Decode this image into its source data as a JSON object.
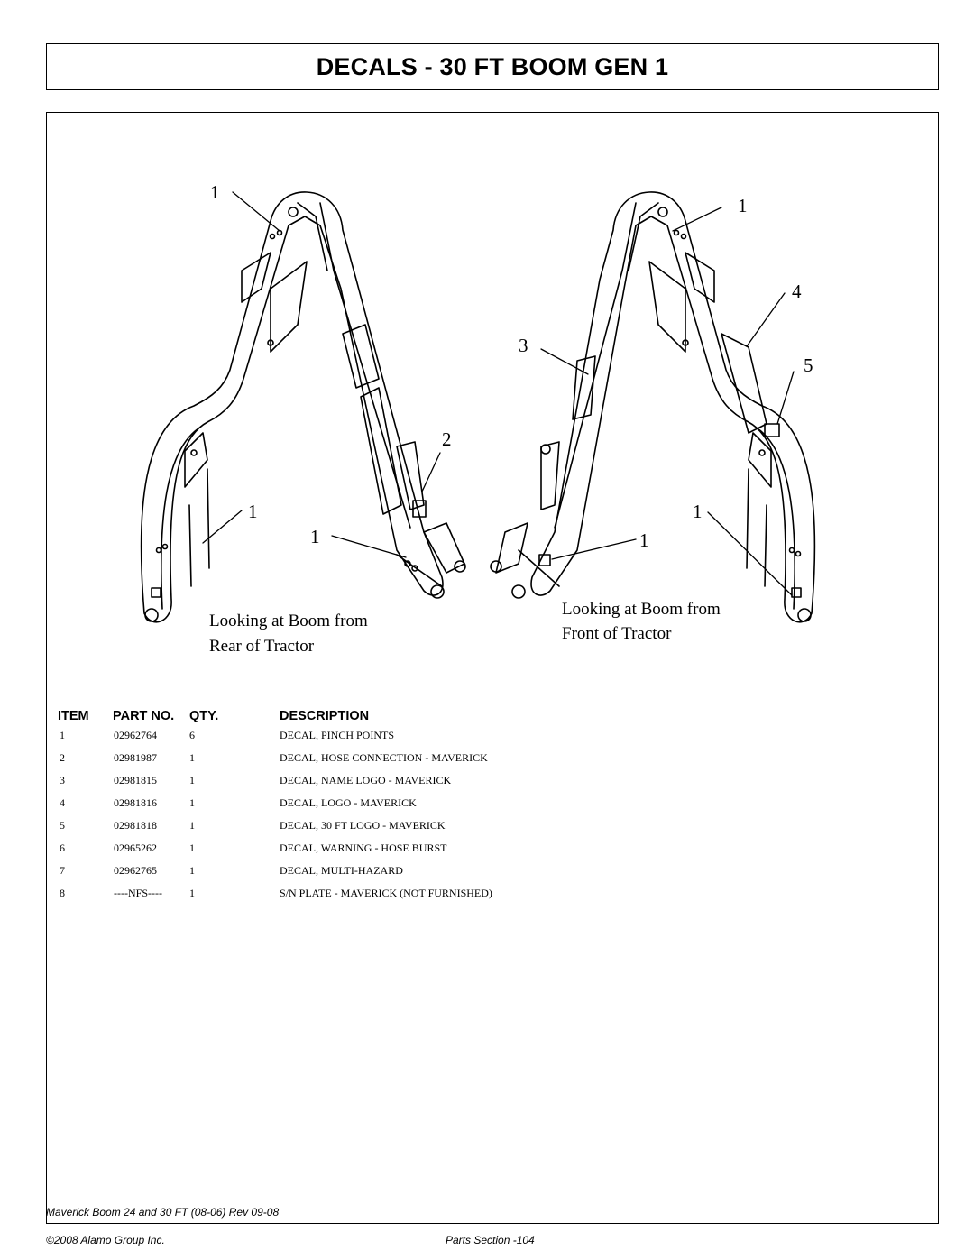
{
  "page_title": "DECALS - 30 FT BOOM GEN 1",
  "diagram": {
    "rear_caption_line1": "Looking at Boom from",
    "rear_caption_line2": "Rear of Tractor",
    "front_caption_line1": "Looking at Boom from",
    "front_caption_line2": "Front of Tractor",
    "callouts": [
      "1",
      "1",
      "1",
      "2",
      "1",
      "4",
      "3",
      "5",
      "1",
      "1"
    ]
  },
  "table": {
    "headers": {
      "item": "ITEM",
      "part_no": "PART NO.",
      "qty": "QTY.",
      "description": "DESCRIPTION"
    },
    "rows": [
      {
        "item": "1",
        "part_no": "02962764",
        "qty": "6",
        "description": "DECAL, PINCH POINTS"
      },
      {
        "item": "2",
        "part_no": "02981987",
        "qty": "1",
        "description": "DECAL, HOSE CONNECTION - MAVERICK"
      },
      {
        "item": "3",
        "part_no": "02981815",
        "qty": "1",
        "description": "DECAL, NAME LOGO - MAVERICK"
      },
      {
        "item": "4",
        "part_no": "02981816",
        "qty": "1",
        "description": "DECAL, LOGO - MAVERICK"
      },
      {
        "item": "5",
        "part_no": "02981818",
        "qty": "1",
        "description": "DECAL, 30 FT LOGO - MAVERICK"
      },
      {
        "item": "6",
        "part_no": "02965262",
        "qty": "1",
        "description": "DECAL, WARNING - HOSE BURST"
      },
      {
        "item": "7",
        "part_no": "02962765",
        "qty": "1",
        "description": "DECAL, MULTI-HAZARD"
      },
      {
        "item": "8",
        "part_no": "----NFS----",
        "qty": "1",
        "description": "S/N PLATE - MAVERICK (NOT FURNISHED)"
      }
    ]
  },
  "footer": {
    "doc_ref": "Maverick Boom 24 and 30 FT (08-06) Rev 09-08",
    "copyright": "©2008 Alamo Group Inc.",
    "section": "Parts Section -104"
  }
}
